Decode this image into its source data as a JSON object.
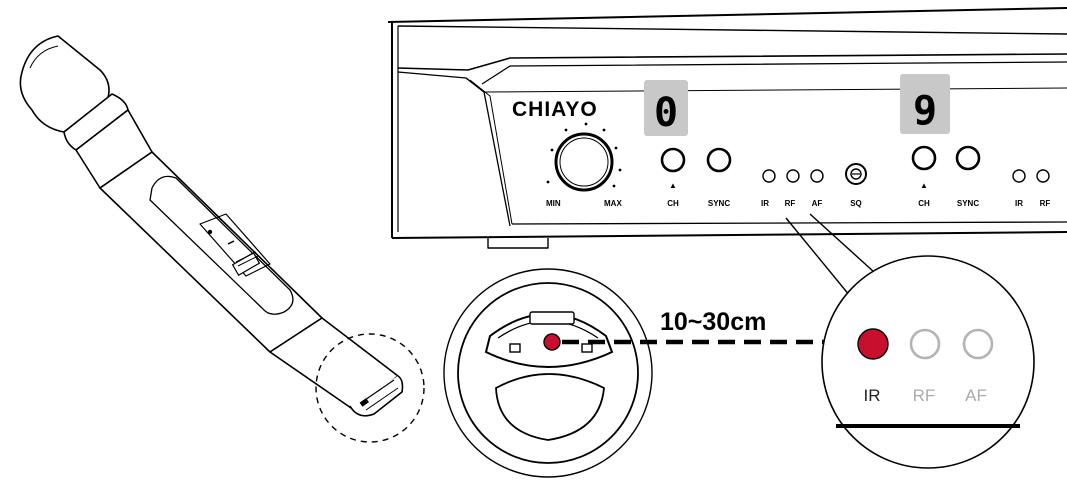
{
  "receiver": {
    "brand": "CHIAYO",
    "channel_a_display": "0",
    "channel_b_display": "9",
    "volume_min_label": "MIN",
    "volume_max_label": "MAX",
    "ch_label": "CH",
    "sync_label": "SYNC",
    "ir_label": "IR",
    "rf_label": "RF",
    "af_label": "AF",
    "sq_label": "SQ",
    "arrow_glyph": "▲"
  },
  "distance": {
    "label": "10~30cm"
  },
  "zoom_indicators": {
    "ir_label": "IR",
    "rf_label": "RF",
    "af_label": "AF",
    "ir_color": "#c8102e",
    "inactive_color": "#b3b3b3"
  }
}
